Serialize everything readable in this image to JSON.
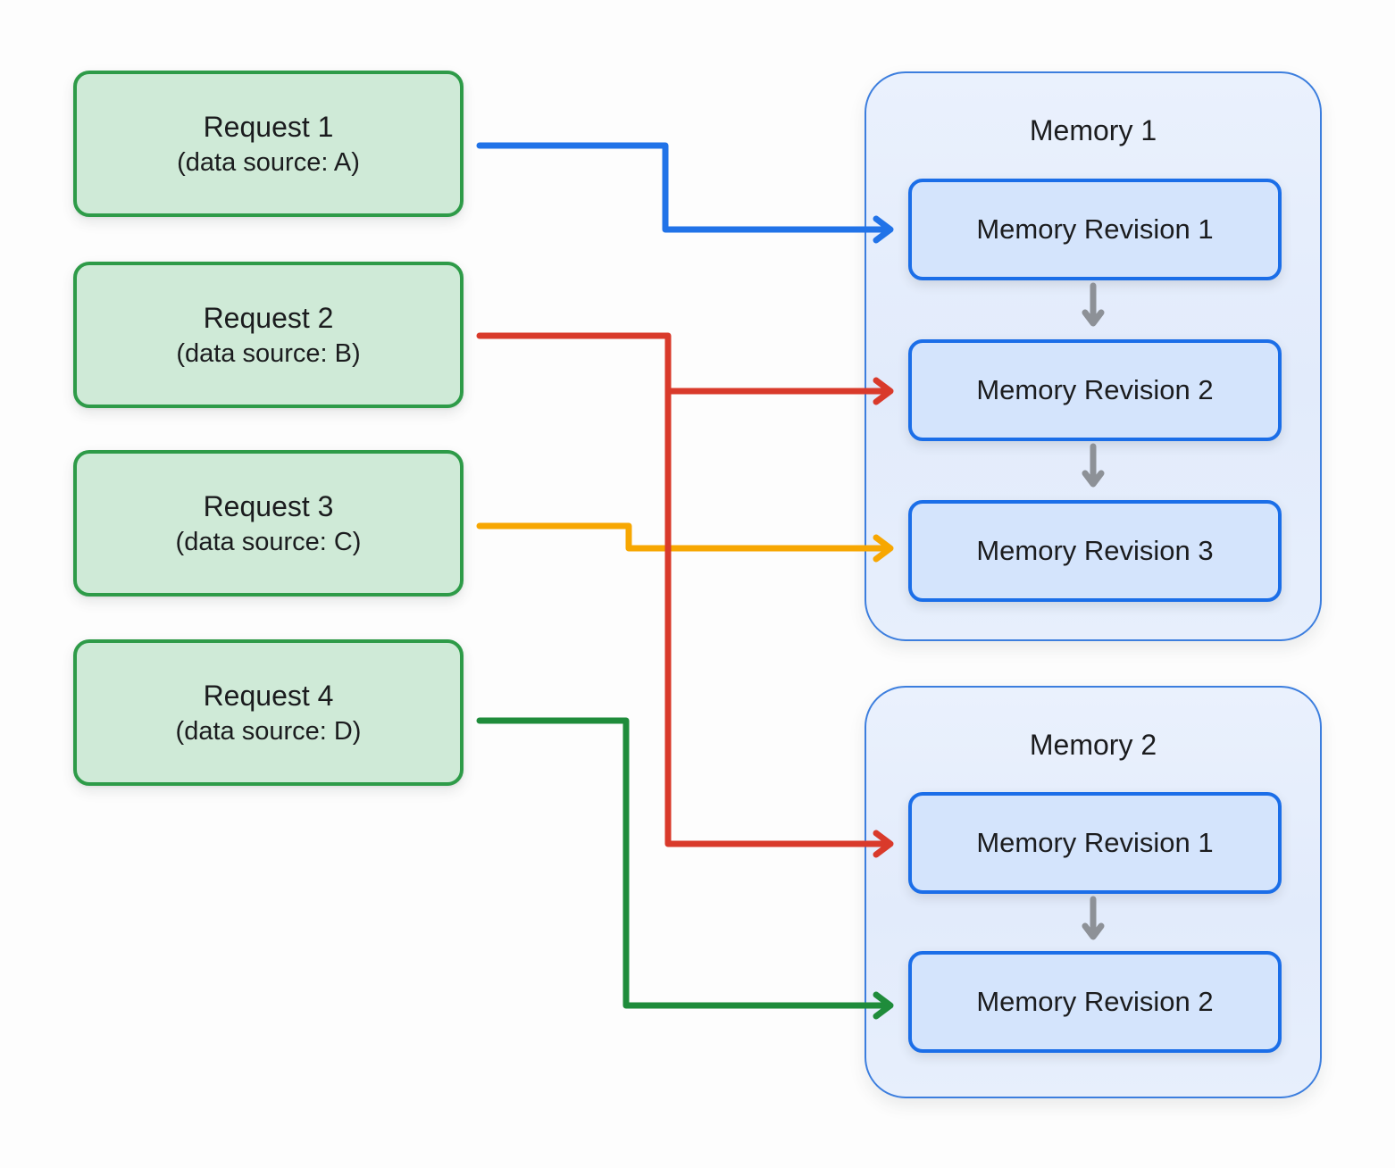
{
  "diagram": {
    "description": "Requests with data sources mapping to memory revisions",
    "requests": [
      {
        "title": "Request 1",
        "subtitle": "(data source: A)"
      },
      {
        "title": "Request 2",
        "subtitle": "(data source: B)"
      },
      {
        "title": "Request 3",
        "subtitle": "(data source: C)"
      },
      {
        "title": "Request 4",
        "subtitle": "(data source: D)"
      }
    ],
    "memories": [
      {
        "title": "Memory 1",
        "revisions": [
          "Memory Revision 1",
          "Memory Revision 2",
          "Memory Revision 3"
        ]
      },
      {
        "title": "Memory 2",
        "revisions": [
          "Memory Revision 1",
          "Memory Revision 2"
        ]
      }
    ],
    "flows": [
      {
        "from": "Request 1",
        "to": "Memory 1 / Memory Revision 1",
        "color": "blue"
      },
      {
        "from": "Request 2",
        "to": "Memory 1 / Memory Revision 2",
        "color": "red"
      },
      {
        "from": "Request 2",
        "to": "Memory 2 / Memory Revision 1",
        "color": "red"
      },
      {
        "from": "Request 3",
        "to": "Memory 1 / Memory Revision 3",
        "color": "yellow"
      },
      {
        "from": "Request 4",
        "to": "Memory 2 / Memory Revision 2",
        "color": "green"
      }
    ],
    "colors": {
      "background": "#fdfdfd",
      "text": "#1b1c1e",
      "request_fill": "#cfead7",
      "request_border": "#2e9b48",
      "memory_fill": "#e6eefc",
      "memory_border": "#3c7ede",
      "revision_fill": "#d4e4fc",
      "revision_border": "#1b6ee8",
      "arrow_blue": "#2173e8",
      "arrow_red": "#d93a2b",
      "arrow_yellow": "#f7a702",
      "arrow_green": "#1f8c3b",
      "arrow_gray": "#8d9197"
    }
  }
}
